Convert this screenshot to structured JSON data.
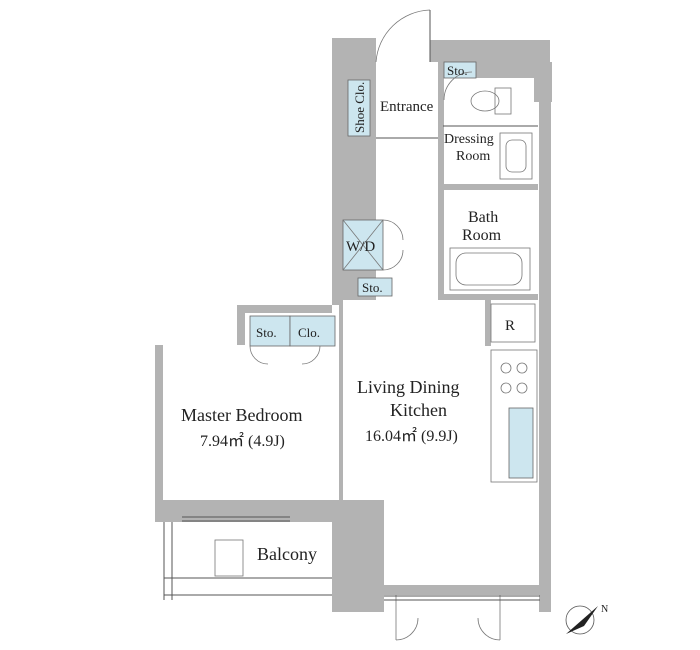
{
  "rooms": {
    "entrance": "Entrance",
    "shoe_closet": "Shoe Clo.",
    "storage_top": "Sto.",
    "dressing_line1": "Dressing",
    "dressing_line2": "Room",
    "bath_line1": "Bath",
    "bath_line2": "Room",
    "washer": "W/D",
    "storage_mid": "Sto.",
    "refrigerator": "R",
    "storage_bedroom": "Sto.",
    "closet_bedroom": "Clo.",
    "master_bedroom": "Master Bedroom",
    "master_bedroom_area": "7.94㎡ (4.9J)",
    "ldk_line1": "Living Dining",
    "ldk_line2": "Kitchen",
    "ldk_area": "16.04㎡ (9.9J)",
    "balcony": "Balcony"
  },
  "compass": {
    "label": "N"
  },
  "colors": {
    "wall": "#b3b3b3",
    "fixture_blue": "#cde6ef"
  }
}
